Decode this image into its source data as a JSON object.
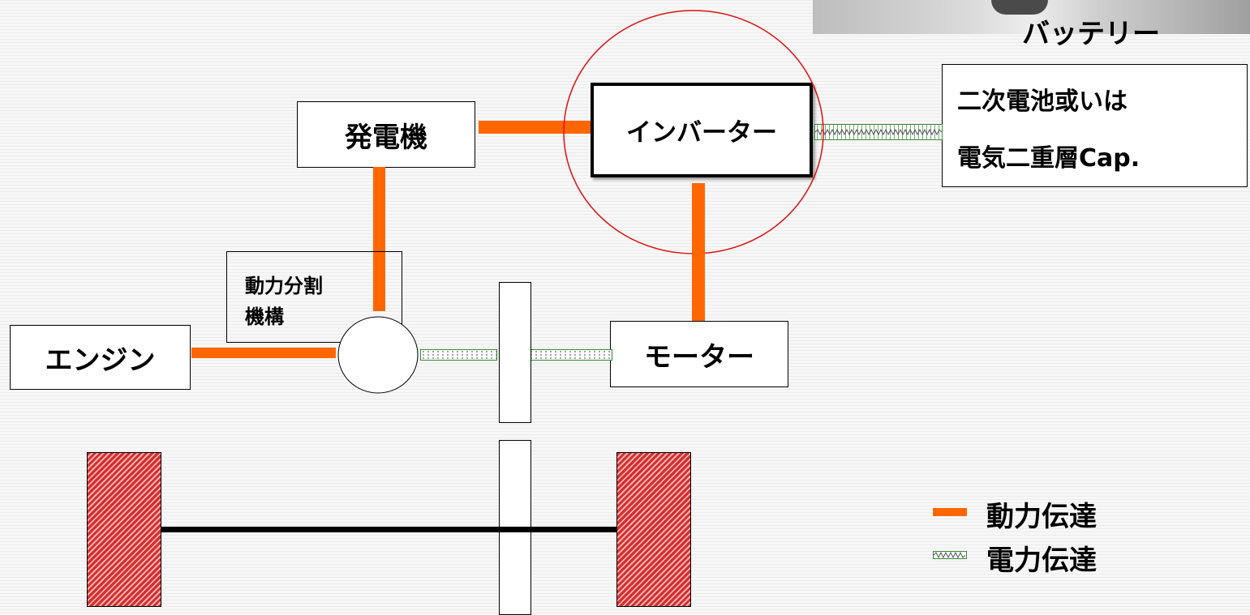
{
  "components": {
    "generator": "発電機",
    "inverter": "インバーター",
    "power_split_line1": "動力分割",
    "power_split_line2": "機構",
    "engine": "エンジン",
    "motor": "モーター",
    "battery_title": "バッテリー",
    "battery_line1": "二次電池或いは",
    "battery_line2": "電気二重層Cap."
  },
  "legend": {
    "mechanical": "動力伝達",
    "electrical": "電力伝達"
  },
  "colors": {
    "mechanical_link": "#ff6600",
    "electrical_link": "#3a8a3a",
    "highlight_circle": "#e01010",
    "wheel": "#cc1f1f"
  }
}
